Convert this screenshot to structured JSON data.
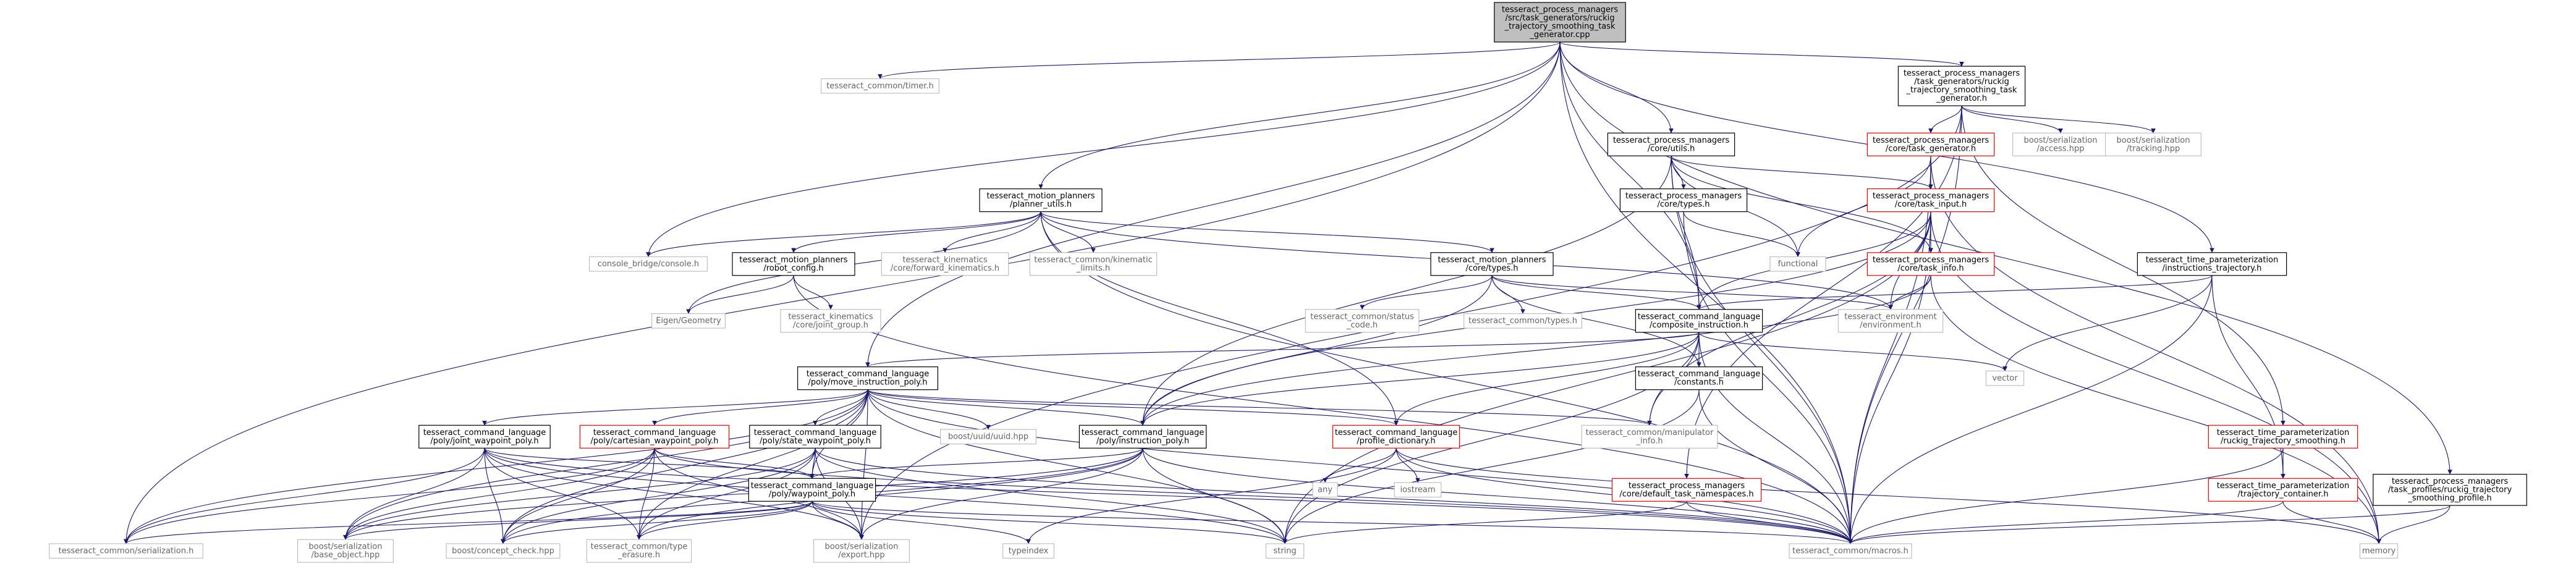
{
  "colors": {
    "root_fill": "#bfbfbf",
    "root_stroke": "#000000",
    "normal_stroke": "#000000",
    "truncated_stroke": "#ff0000",
    "external_stroke": "#bfbfbf",
    "external_text": "#666666",
    "edge": "#191970",
    "background": "#ffffff"
  },
  "nodes": [
    {
      "id": "root",
      "kind": "root",
      "lines": [
        "tesseract_process_managers",
        "/src/task_generators/ruckig",
        "_trajectory_smoothing_task",
        "_generator.cpp"
      ]
    },
    {
      "id": "timer",
      "kind": "external",
      "lines": [
        "tesseract_common/timer.h"
      ]
    },
    {
      "id": "rtstg_h",
      "kind": "normal",
      "lines": [
        "tesseract_process_managers",
        "/task_generators/ruckig",
        "_trajectory_smoothing_task",
        "_generator.h"
      ]
    },
    {
      "id": "core_utils",
      "kind": "normal",
      "lines": [
        "tesseract_process_managers",
        "/core/utils.h"
      ]
    },
    {
      "id": "task_generator",
      "kind": "truncated",
      "lines": [
        "tesseract_process_managers",
        "/core/task_generator.h"
      ]
    },
    {
      "id": "boost_access",
      "kind": "external",
      "lines": [
        "boost/serialization",
        "/access.hpp"
      ]
    },
    {
      "id": "boost_tracking",
      "kind": "external",
      "lines": [
        "boost/serialization",
        "/tracking.hpp"
      ]
    },
    {
      "id": "planner_utils",
      "kind": "normal",
      "lines": [
        "tesseract_motion_planners",
        "/planner_utils.h"
      ]
    },
    {
      "id": "core_types",
      "kind": "normal",
      "lines": [
        "tesseract_process_managers",
        "/core/types.h"
      ]
    },
    {
      "id": "task_input",
      "kind": "truncated",
      "lines": [
        "tesseract_process_managers",
        "/core/task_input.h"
      ]
    },
    {
      "id": "console_bridge",
      "kind": "external",
      "lines": [
        "console_bridge/console.h"
      ]
    },
    {
      "id": "robot_config",
      "kind": "normal",
      "lines": [
        "tesseract_motion_planners",
        "/robot_config.h"
      ]
    },
    {
      "id": "fwd_kin",
      "kind": "external",
      "lines": [
        "tesseract_kinematics",
        "/core/forward_kinematics.h"
      ]
    },
    {
      "id": "kin_limits",
      "kind": "external",
      "lines": [
        "tesseract_common/kinematic",
        "_limits.h"
      ]
    },
    {
      "id": "mp_types",
      "kind": "normal",
      "lines": [
        "tesseract_motion_planners",
        "/core/types.h"
      ]
    },
    {
      "id": "functional",
      "kind": "external",
      "lines": [
        "functional"
      ]
    },
    {
      "id": "task_info",
      "kind": "truncated",
      "lines": [
        "tesseract_process_managers",
        "/core/task_info.h"
      ]
    },
    {
      "id": "instr_traj",
      "kind": "normal",
      "lines": [
        "tesseract_time_parameterization",
        "/instructions_trajectory.h"
      ]
    },
    {
      "id": "eigen",
      "kind": "external",
      "lines": [
        "Eigen/Geometry"
      ]
    },
    {
      "id": "joint_group",
      "kind": "external",
      "lines": [
        "tesseract_kinematics",
        "/core/joint_group.h"
      ]
    },
    {
      "id": "status_code",
      "kind": "external",
      "lines": [
        "tesseract_common/status",
        "_code.h"
      ]
    },
    {
      "id": "common_types",
      "kind": "external",
      "lines": [
        "tesseract_common/types.h"
      ]
    },
    {
      "id": "composite",
      "kind": "normal",
      "lines": [
        "tesseract_command_language",
        "/composite_instruction.h"
      ]
    },
    {
      "id": "environment",
      "kind": "external",
      "lines": [
        "tesseract_environment",
        "/environment.h"
      ]
    },
    {
      "id": "move_instr",
      "kind": "normal",
      "lines": [
        "tesseract_command_language",
        "/poly/move_instruction_poly.h"
      ]
    },
    {
      "id": "constants",
      "kind": "normal",
      "lines": [
        "tesseract_command_language",
        "/constants.h"
      ]
    },
    {
      "id": "vector",
      "kind": "external",
      "lines": [
        "vector"
      ]
    },
    {
      "id": "joint_wp",
      "kind": "normal",
      "lines": [
        "tesseract_command_language",
        "/poly/joint_waypoint_poly.h"
      ]
    },
    {
      "id": "cart_wp",
      "kind": "truncated",
      "lines": [
        "tesseract_command_language",
        "/poly/cartesian_waypoint_poly.h"
      ]
    },
    {
      "id": "state_wp",
      "kind": "normal",
      "lines": [
        "tesseract_command_language",
        "/poly/state_waypoint_poly.h"
      ]
    },
    {
      "id": "uuid",
      "kind": "external",
      "lines": [
        "boost/uuid/uuid.hpp"
      ]
    },
    {
      "id": "instr_poly",
      "kind": "normal",
      "lines": [
        "tesseract_command_language",
        "/poly/instruction_poly.h"
      ]
    },
    {
      "id": "profile_dict",
      "kind": "truncated",
      "lines": [
        "tesseract_command_language",
        "/profile_dictionary.h"
      ]
    },
    {
      "id": "manip_info",
      "kind": "external",
      "lines": [
        "tesseract_common/manipulator",
        "_info.h"
      ]
    },
    {
      "id": "ruckig_smooth",
      "kind": "truncated",
      "lines": [
        "tesseract_time_parameterization",
        "/ruckig_trajectory_smoothing.h"
      ]
    },
    {
      "id": "waypoint_poly",
      "kind": "normal",
      "lines": [
        "tesseract_command_language",
        "/poly/waypoint_poly.h"
      ]
    },
    {
      "id": "any",
      "kind": "external",
      "lines": [
        "any"
      ]
    },
    {
      "id": "iostream",
      "kind": "external",
      "lines": [
        "iostream"
      ]
    },
    {
      "id": "default_ns",
      "kind": "truncated",
      "lines": [
        "tesseract_process_managers",
        "/core/default_task_namespaces.h"
      ]
    },
    {
      "id": "traj_container",
      "kind": "truncated",
      "lines": [
        "tesseract_time_parameterization",
        "/trajectory_container.h"
      ]
    },
    {
      "id": "rts_profile",
      "kind": "normal",
      "lines": [
        "tesseract_process_managers",
        "/task_profiles/ruckig_trajectory",
        "_smoothing_profile.h"
      ]
    },
    {
      "id": "serialization",
      "kind": "external",
      "lines": [
        "tesseract_common/serialization.h"
      ]
    },
    {
      "id": "base_object",
      "kind": "external",
      "lines": [
        "boost/serialization",
        "/base_object.hpp"
      ]
    },
    {
      "id": "concept_check",
      "kind": "external",
      "lines": [
        "boost/concept_check.hpp"
      ]
    },
    {
      "id": "type_erasure",
      "kind": "external",
      "lines": [
        "tesseract_common/type",
        "_erasure.h"
      ]
    },
    {
      "id": "export",
      "kind": "external",
      "lines": [
        "boost/serialization",
        "/export.hpp"
      ]
    },
    {
      "id": "typeindex",
      "kind": "external",
      "lines": [
        "typeindex"
      ]
    },
    {
      "id": "string",
      "kind": "external",
      "lines": [
        "string"
      ]
    },
    {
      "id": "macros",
      "kind": "external",
      "lines": [
        "tesseract_common/macros.h"
      ]
    },
    {
      "id": "memory",
      "kind": "external",
      "lines": [
        "memory"
      ]
    }
  ],
  "edges": [
    [
      "root",
      "timer"
    ],
    [
      "root",
      "rtstg_h"
    ],
    [
      "root",
      "core_utils"
    ],
    [
      "root",
      "planner_utils"
    ],
    [
      "root",
      "instr_traj"
    ],
    [
      "root",
      "composite"
    ],
    [
      "root",
      "move_instr"
    ],
    [
      "root",
      "console_bridge"
    ],
    [
      "root",
      "serialization"
    ],
    [
      "root",
      "rts_profile"
    ],
    [
      "root",
      "macros"
    ],
    [
      "rtstg_h",
      "task_generator"
    ],
    [
      "rtstg_h",
      "boost_access"
    ],
    [
      "rtstg_h",
      "boost_tracking"
    ],
    [
      "rtstg_h",
      "ruckig_smooth"
    ],
    [
      "rtstg_h",
      "default_ns"
    ],
    [
      "rtstg_h",
      "export"
    ],
    [
      "rtstg_h",
      "macros"
    ],
    [
      "core_utils",
      "core_types"
    ],
    [
      "core_utils",
      "task_input"
    ],
    [
      "core_utils",
      "composite"
    ],
    [
      "core_utils",
      "task_info"
    ],
    [
      "core_utils",
      "functional"
    ],
    [
      "core_utils",
      "instr_poly"
    ],
    [
      "core_utils",
      "macros"
    ],
    [
      "task_generator",
      "task_input"
    ],
    [
      "task_generator",
      "functional"
    ],
    [
      "task_generator",
      "memory"
    ],
    [
      "task_generator",
      "macros"
    ],
    [
      "planner_utils",
      "console_bridge"
    ],
    [
      "planner_utils",
      "robot_config"
    ],
    [
      "planner_utils",
      "fwd_kin"
    ],
    [
      "planner_utils",
      "kin_limits"
    ],
    [
      "planner_utils",
      "mp_types"
    ],
    [
      "planner_utils",
      "eigen"
    ],
    [
      "planner_utils",
      "profile_dict"
    ],
    [
      "planner_utils",
      "environment"
    ],
    [
      "planner_utils",
      "macros"
    ],
    [
      "core_types",
      "functional"
    ],
    [
      "core_types",
      "macros"
    ],
    [
      "task_input",
      "task_info"
    ],
    [
      "task_input",
      "environment"
    ],
    [
      "task_input",
      "composite"
    ],
    [
      "task_input",
      "instr_poly"
    ],
    [
      "task_input",
      "manip_info"
    ],
    [
      "task_input",
      "memory"
    ],
    [
      "task_input",
      "macros"
    ],
    [
      "task_input",
      "string"
    ],
    [
      "robot_config",
      "eigen"
    ],
    [
      "robot_config",
      "joint_group"
    ],
    [
      "robot_config",
      "macros"
    ],
    [
      "mp_types",
      "status_code"
    ],
    [
      "mp_types",
      "common_types"
    ],
    [
      "mp_types",
      "composite"
    ],
    [
      "mp_types",
      "environment"
    ],
    [
      "mp_types",
      "constants"
    ],
    [
      "mp_types",
      "instr_poly"
    ],
    [
      "task_info",
      "environment"
    ],
    [
      "task_info",
      "instr_poly"
    ],
    [
      "task_info",
      "memory"
    ],
    [
      "instr_traj",
      "composite"
    ],
    [
      "instr_traj",
      "vector"
    ],
    [
      "instr_traj",
      "traj_container"
    ],
    [
      "instr_traj",
      "macros"
    ],
    [
      "composite",
      "move_instr"
    ],
    [
      "composite",
      "constants"
    ],
    [
      "composite",
      "vector"
    ],
    [
      "composite",
      "instr_poly"
    ],
    [
      "composite",
      "profile_dict"
    ],
    [
      "composite",
      "manip_info"
    ],
    [
      "composite",
      "string"
    ],
    [
      "composite",
      "macros"
    ],
    [
      "move_instr",
      "joint_wp"
    ],
    [
      "move_instr",
      "cart_wp"
    ],
    [
      "move_instr",
      "state_wp"
    ],
    [
      "move_instr",
      "uuid"
    ],
    [
      "move_instr",
      "instr_poly"
    ],
    [
      "move_instr",
      "profile_dict"
    ],
    [
      "move_instr",
      "manip_info"
    ],
    [
      "move_instr",
      "waypoint_poly"
    ],
    [
      "move_instr",
      "serialization"
    ],
    [
      "move_instr",
      "base_object"
    ],
    [
      "move_instr",
      "concept_check"
    ],
    [
      "move_instr",
      "type_erasure"
    ],
    [
      "move_instr",
      "export"
    ],
    [
      "move_instr",
      "string"
    ],
    [
      "move_instr",
      "macros"
    ],
    [
      "constants",
      "string"
    ],
    [
      "constants",
      "macros"
    ],
    [
      "joint_wp",
      "waypoint_poly"
    ],
    [
      "joint_wp",
      "serialization"
    ],
    [
      "joint_wp",
      "base_object"
    ],
    [
      "joint_wp",
      "concept_check"
    ],
    [
      "joint_wp",
      "type_erasure"
    ],
    [
      "joint_wp",
      "export"
    ],
    [
      "joint_wp",
      "string"
    ],
    [
      "joint_wp",
      "macros"
    ],
    [
      "cart_wp",
      "waypoint_poly"
    ],
    [
      "cart_wp",
      "serialization"
    ],
    [
      "cart_wp",
      "base_object"
    ],
    [
      "cart_wp",
      "concept_check"
    ],
    [
      "cart_wp",
      "type_erasure"
    ],
    [
      "cart_wp",
      "export"
    ],
    [
      "cart_wp",
      "macros"
    ],
    [
      "state_wp",
      "waypoint_poly"
    ],
    [
      "state_wp",
      "base_object"
    ],
    [
      "state_wp",
      "concept_check"
    ],
    [
      "state_wp",
      "type_erasure"
    ],
    [
      "state_wp",
      "export"
    ],
    [
      "state_wp",
      "string"
    ],
    [
      "state_wp",
      "macros"
    ],
    [
      "instr_poly",
      "waypoint_poly"
    ],
    [
      "instr_poly",
      "base_object"
    ],
    [
      "instr_poly",
      "concept_check"
    ],
    [
      "instr_poly",
      "type_erasure"
    ],
    [
      "instr_poly",
      "export"
    ],
    [
      "instr_poly",
      "string"
    ],
    [
      "instr_poly",
      "macros"
    ],
    [
      "profile_dict",
      "any"
    ],
    [
      "profile_dict",
      "iostream"
    ],
    [
      "profile_dict",
      "typeindex"
    ],
    [
      "profile_dict",
      "memory"
    ],
    [
      "profile_dict",
      "macros"
    ],
    [
      "ruckig_smooth",
      "traj_container"
    ],
    [
      "ruckig_smooth",
      "macros"
    ],
    [
      "waypoint_poly",
      "serialization"
    ],
    [
      "waypoint_poly",
      "base_object"
    ],
    [
      "waypoint_poly",
      "concept_check"
    ],
    [
      "waypoint_poly",
      "type_erasure"
    ],
    [
      "waypoint_poly",
      "export"
    ],
    [
      "waypoint_poly",
      "typeindex"
    ],
    [
      "waypoint_poly",
      "string"
    ],
    [
      "waypoint_poly",
      "macros"
    ],
    [
      "default_ns",
      "string"
    ],
    [
      "default_ns",
      "macros"
    ],
    [
      "traj_container",
      "memory"
    ],
    [
      "traj_container",
      "macros"
    ],
    [
      "rts_profile",
      "memory"
    ],
    [
      "rts_profile",
      "macros"
    ]
  ]
}
